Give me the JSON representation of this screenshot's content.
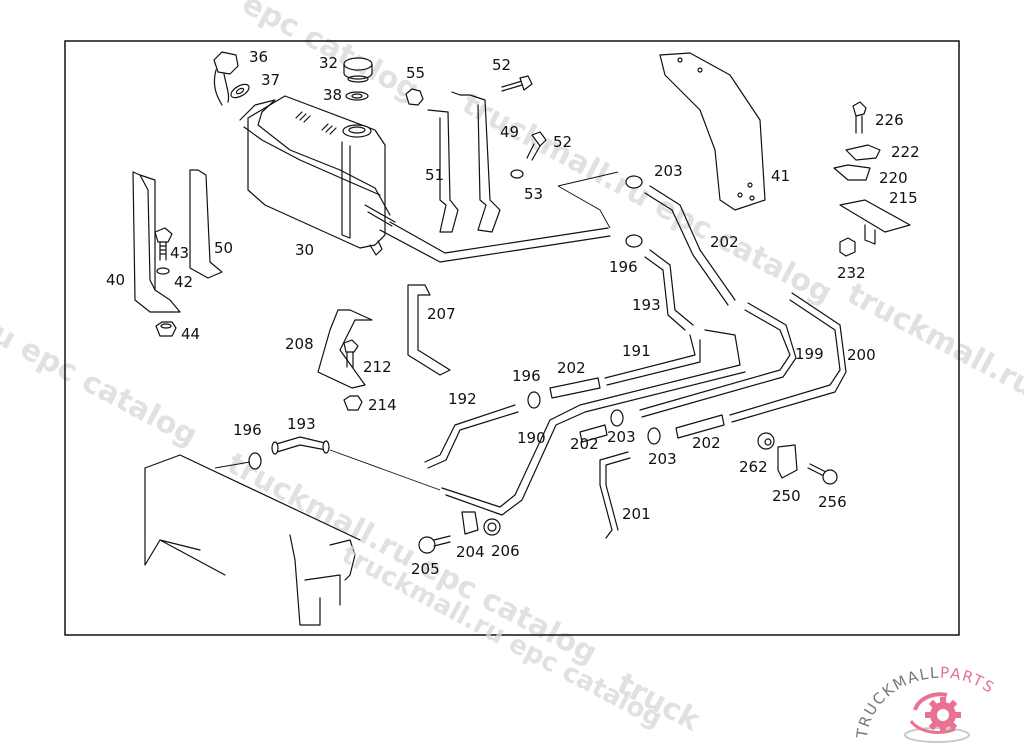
{
  "diagram": {
    "title": "Coolant expansion tank and hoses parts diagram",
    "frame_color": "#111111",
    "callouts": {
      "c36": "36",
      "c37": "37",
      "c32": "32",
      "c38": "38",
      "c55": "55",
      "c52a": "52",
      "c49": "49",
      "c52b": "52",
      "c51": "51",
      "c53": "53",
      "c30": "30",
      "c43": "43",
      "c50": "50",
      "c40": "40",
      "c42": "42",
      "c44": "44",
      "c203a": "203",
      "c41": "41",
      "c202a": "202",
      "c196a": "196",
      "c193a": "193",
      "c226": "226",
      "c222": "222",
      "c220": "220",
      "c215": "215",
      "c232": "232",
      "c207": "207",
      "c208": "208",
      "c212": "212",
      "c214": "214",
      "c191": "191",
      "c199": "199",
      "c200": "200",
      "c196b": "196",
      "c202b": "202",
      "c192": "192",
      "c190": "190",
      "c202c": "202",
      "c203b": "203",
      "c203c": "203",
      "c202d": "202",
      "c262": "262",
      "c250": "250",
      "c256": "256",
      "c196c": "196",
      "c193b": "193",
      "c201": "201",
      "c204": "204",
      "c206": "206",
      "c205": "205"
    }
  },
  "watermarks": {
    "w1": "epc catalog",
    "w2": "truckmall.ru epc catalog",
    "w3": "truckmall.ru epc catalog",
    "w4": "u epc catalog",
    "w5": "truckmall.ru e",
    "w6": "truckmall.ru epc catalog",
    "w7": "truck"
  },
  "logo": {
    "text_primary": "TRUCKMALL",
    "text_accent": "PARTS",
    "primary_color": "#777777",
    "accent_color": "#e8728f"
  }
}
